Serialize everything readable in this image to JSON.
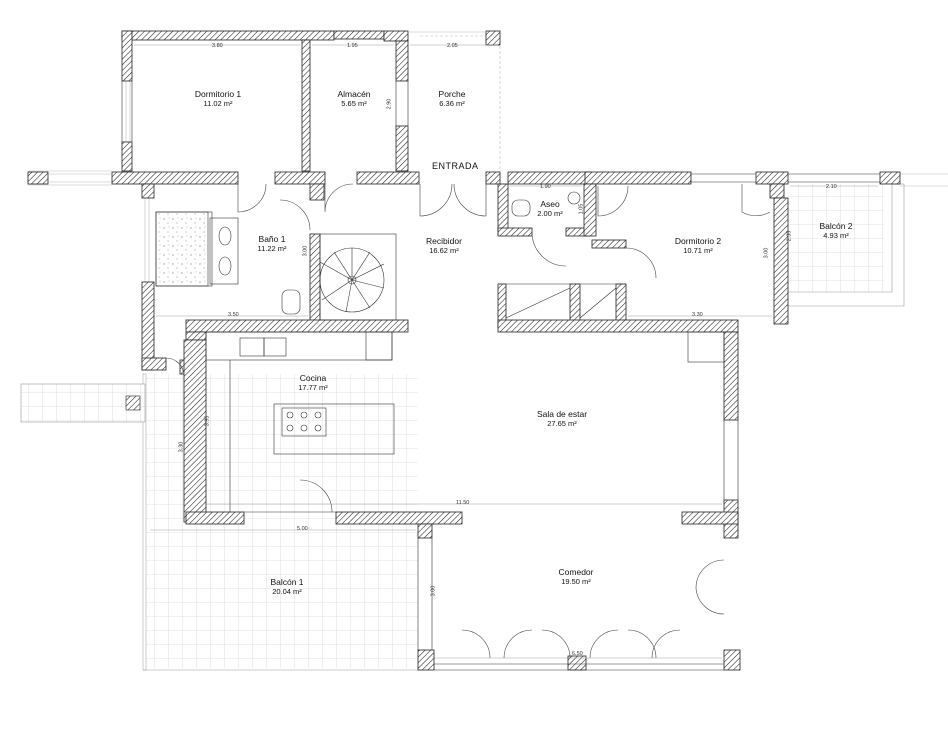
{
  "entrance_label": "ENTRADA",
  "rooms": [
    {
      "name": "Dormitorio 1",
      "area": "11.02 m²"
    },
    {
      "name": "Almacén",
      "area": "5.65 m²"
    },
    {
      "name": "Porche",
      "area": "6.36 m²"
    },
    {
      "name": "Baño 1",
      "area": "11.22 m²"
    },
    {
      "name": "Recibidor",
      "area": "16.62 m²"
    },
    {
      "name": "Aseo",
      "area": "2.00 m²"
    },
    {
      "name": "Dormitorio 2",
      "area": "10.71 m²"
    },
    {
      "name": "Balcón 2",
      "area": "4.93 m²"
    },
    {
      "name": "Cocina",
      "area": "17.77 m²"
    },
    {
      "name": "Sala de estar",
      "area": "27.65 m²"
    },
    {
      "name": "Balcón 1",
      "area": "20.04 m²"
    },
    {
      "name": "Comedor",
      "area": "19.50 m²"
    }
  ],
  "dimensions": [
    "3.80",
    "1.95",
    "2.05",
    "2.90",
    "1.90",
    "1.05",
    "2.10",
    "2.35",
    "3.00",
    "3.50",
    "3.00",
    "3.30",
    "3.95",
    "3.30",
    "11.50",
    "5.00",
    "3.00",
    "6.50"
  ]
}
